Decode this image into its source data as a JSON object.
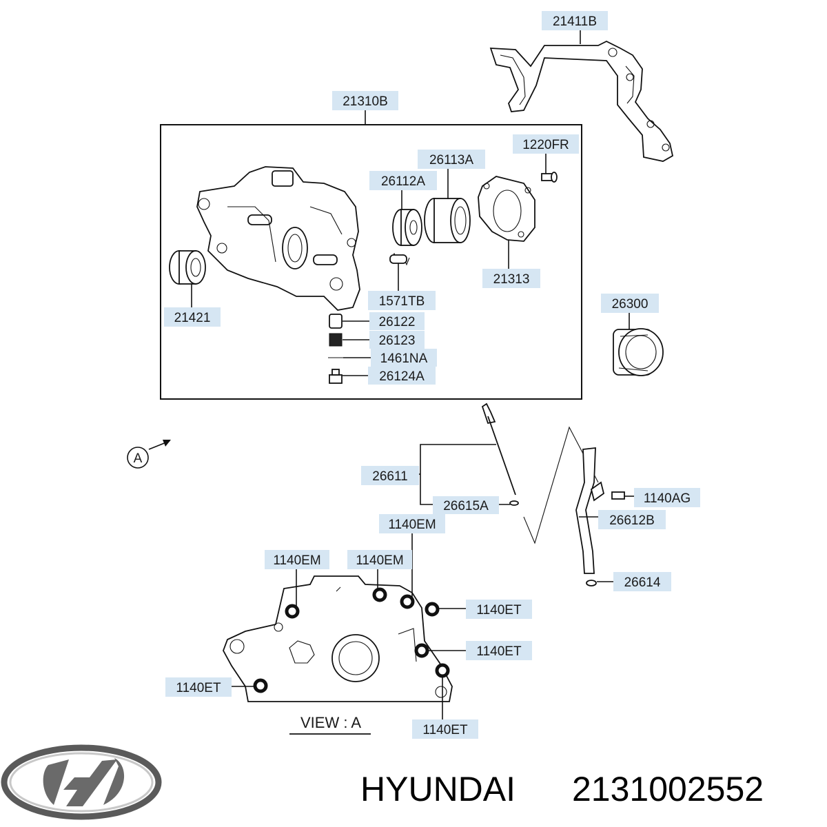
{
  "labels": {
    "p21411B": "21411B",
    "p21310B": "21310B",
    "p1220FR": "1220FR",
    "p26113A": "26113A",
    "p26112A": "26112A",
    "p21421": "21421",
    "p21313": "21313",
    "p1571TB": "1571TB",
    "p26122": "26122",
    "p26123": "26123",
    "p1461NA": "1461NA",
    "p26124A": "26124A",
    "p26300": "26300",
    "p26611": "26611",
    "p26615A": "26615A",
    "p1140AG": "1140AG",
    "p26612B": "26612B",
    "p26614": "26614",
    "p1140EM_a": "1140EM",
    "p1140EM_b": "1140EM",
    "p1140EM_c": "1140EM",
    "p1140ET_a": "1140ET",
    "p1140ET_b": "1140ET",
    "p1140ET_c": "1140ET",
    "p1140ET_d": "1140ET"
  },
  "view_marker": "A",
  "view_caption": "VIEW : A",
  "brand": {
    "name": "HYUNDAI",
    "part_number": "2131002552"
  },
  "colors": {
    "label_bg": "#d6e6f3",
    "line": "#111111"
  }
}
